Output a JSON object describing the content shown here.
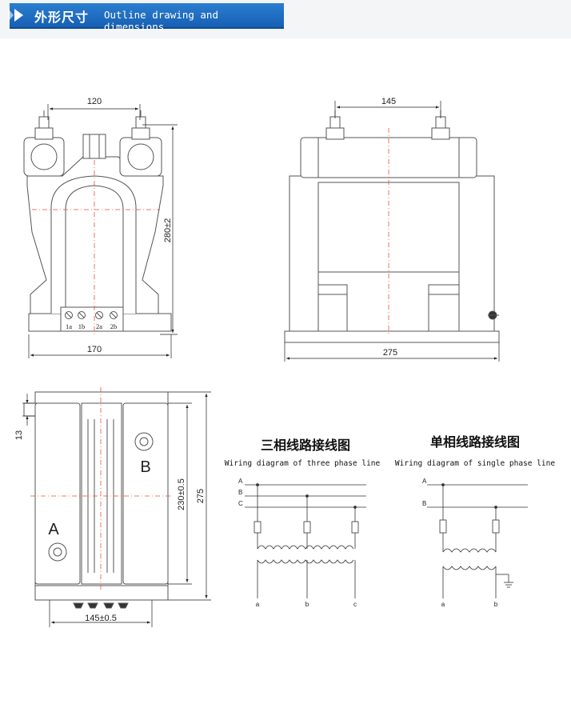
{
  "header": {
    "title_cn": "外形尺寸",
    "title_en": "Outline drawing and dimensions"
  },
  "front_view": {
    "dim_top": "120",
    "dim_height": "280±2",
    "dim_bottom": "170",
    "terminals": [
      "1a",
      "1b",
      "2a",
      "2b"
    ]
  },
  "side_view": {
    "dim_top": "145",
    "dim_bottom": "275"
  },
  "top_view": {
    "dim_offset": "13",
    "dim_inner": "230±0.5",
    "dim_outer": "275",
    "dim_bottom": "145±0.5",
    "label_a": "A",
    "label_b": "B"
  },
  "three_phase": {
    "title_cn": "三相线路接线图",
    "title_en": "Wiring diagram of three phase line",
    "lines": [
      "A",
      "B",
      "C"
    ],
    "outputs": [
      "a",
      "b",
      "c"
    ]
  },
  "single_phase": {
    "title_cn": "单相线路接线图",
    "title_en": "Wiring diagram of single phase line",
    "lines": [
      "A",
      "B"
    ],
    "outputs": [
      "a",
      "b"
    ]
  },
  "colors": {
    "header_blue": "#1f6fc4",
    "center_line": "#e8503a",
    "outline": "#555555"
  }
}
